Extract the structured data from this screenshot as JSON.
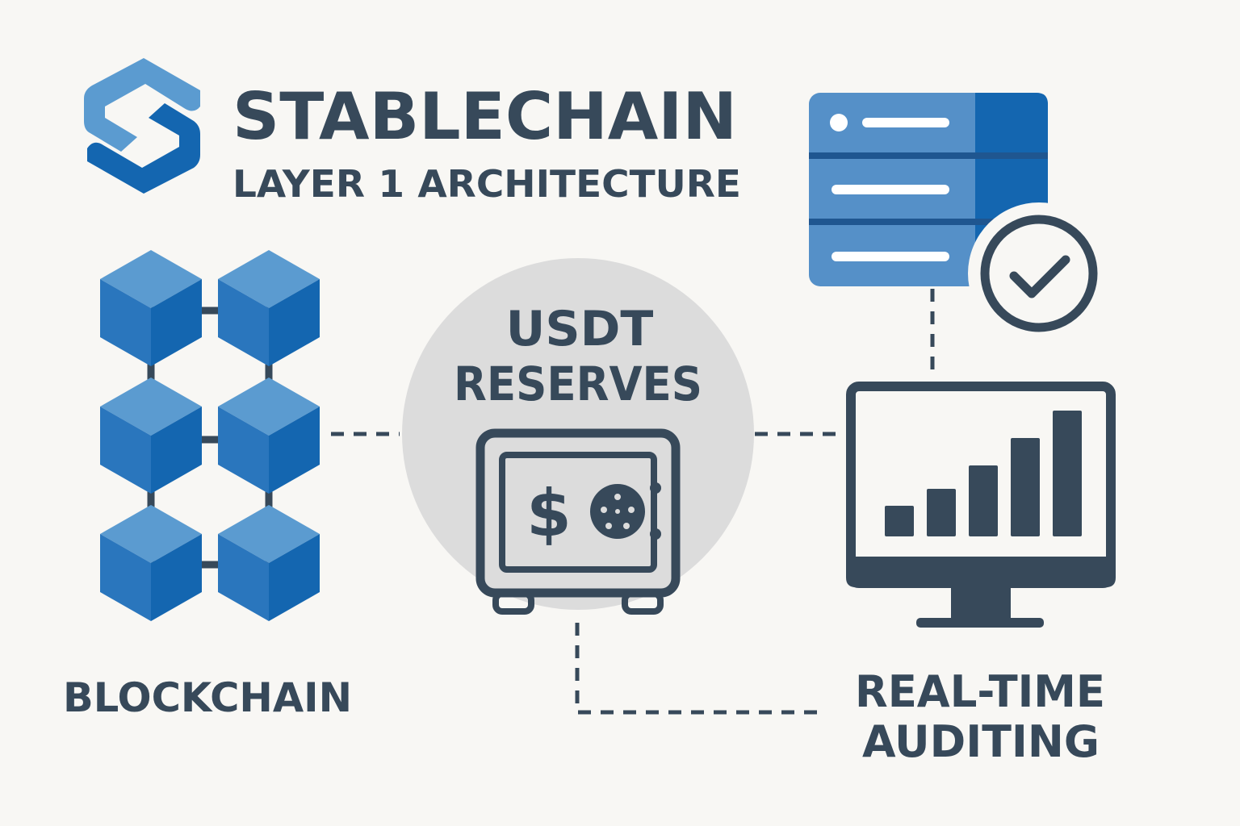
{
  "header": {
    "brand": "STABLECHAIN",
    "subtitle": "LAYER 1 ARCHITECTURE"
  },
  "nodes": {
    "blockchain": "BLOCKCHAIN",
    "reserves_line1": "USDT",
    "reserves_line2": "RESERVES",
    "auditing_line1": "REAL-TIME",
    "auditing_line2": "AUDITING",
    "currency_symbol": "$"
  },
  "colors": {
    "dark": "#37495a",
    "blue_light": "#5b9bd0",
    "blue_dark": "#1466b0",
    "background": "#f8f7f4",
    "circle": "#dcdcdc"
  },
  "icons": [
    "stablechain-logo",
    "blockchain-cubes-icon",
    "safe-icon",
    "server-icon",
    "check-circle-icon",
    "monitor-chart-icon"
  ]
}
